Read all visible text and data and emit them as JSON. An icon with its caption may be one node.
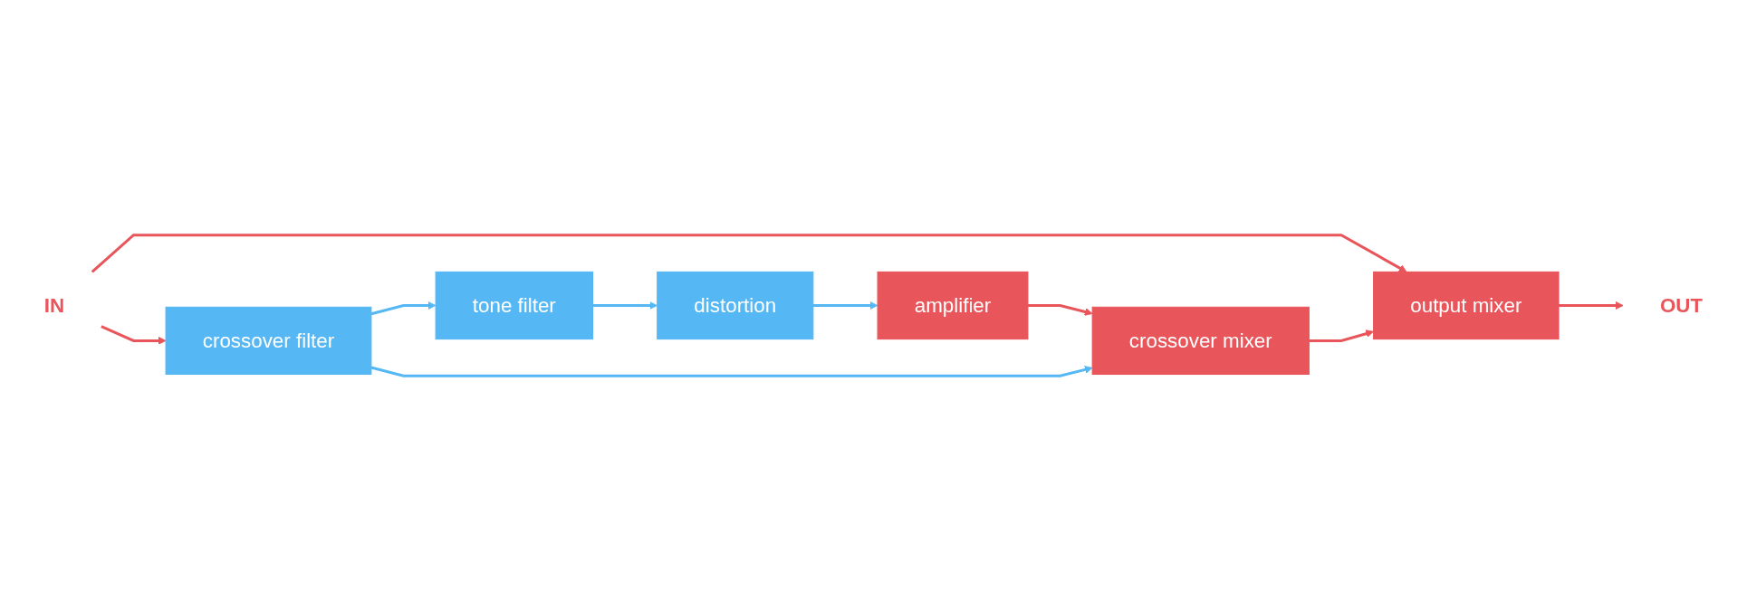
{
  "diagram": {
    "nodes": [
      {
        "text": [
          "IN"
        ]
      },
      {
        "text": [
          "crossover filter"
        ]
      },
      {
        "text": [
          "tone filter"
        ]
      },
      {
        "text": [
          "distortion"
        ]
      },
      {
        "text": [
          "amplifier"
        ]
      },
      {
        "text": [
          "crossover mixer"
        ]
      },
      {
        "text": [
          "output mixer"
        ]
      },
      {
        "text": [
          "OUT"
        ]
      }
    ],
    "edges": [
      {
        "from": 0,
        "to": 1,
        "arrow": "to"
      },
      {
        "from": 0,
        "to": 6,
        "arrow": "to"
      },
      {
        "from": 1,
        "to": 2,
        "arrow": "to",
        "color": "#55b7f3"
      },
      {
        "from": 2,
        "to": 3,
        "arrow": "to",
        "color": "#55b7f3"
      },
      {
        "from": 3,
        "to": 4,
        "arrow": "to",
        "color": "#55b7f3"
      },
      {
        "from": 4,
        "to": 5,
        "arrow": "to"
      },
      {
        "from": 1,
        "to": 5,
        "arrow": "to",
        "color": "#55b7f3"
      },
      {
        "from": 5,
        "to": 6,
        "arrow": "to"
      },
      {
        "from": 6,
        "to": 7,
        "arrow": "to"
      }
    ]
  }
}
